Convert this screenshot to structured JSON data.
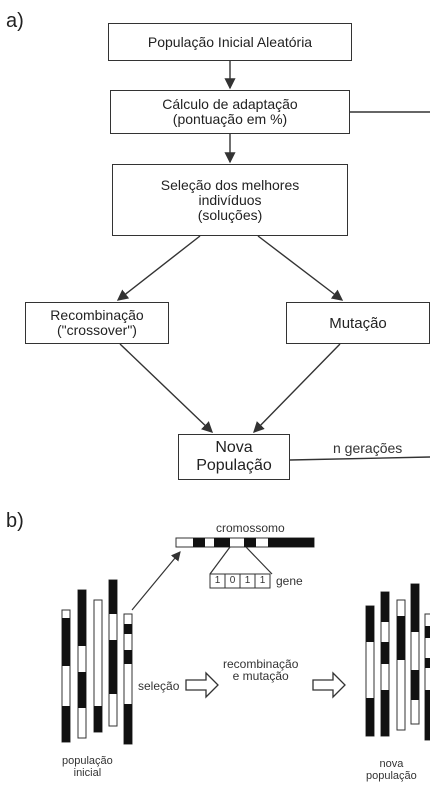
{
  "part_a": {
    "label": "a)",
    "initial_population": "População Inicial Aleatória",
    "fitness": "Cálculo de adaptação\n(pontuação em %)",
    "selection": "Seleção dos melhores\nindivíduos\n(soluções)",
    "recombination": "Recombinação\n(\"crossover\")",
    "mutation": "Mutação",
    "new_population": "Nova\nPopulação",
    "loop_label": "n gerações"
  },
  "part_b": {
    "label": "b)",
    "chromosome": "cromossomo",
    "gene_bits": [
      "1",
      "0",
      "1",
      "1"
    ],
    "gene": "gene",
    "selection": "seleção",
    "recomb_mutation": "recombinação\ne mutação",
    "initial_population": "população\ninicial",
    "new_population": "nova\npopulação"
  },
  "colors": {
    "stroke": "#333333",
    "fill": "#111111"
  }
}
